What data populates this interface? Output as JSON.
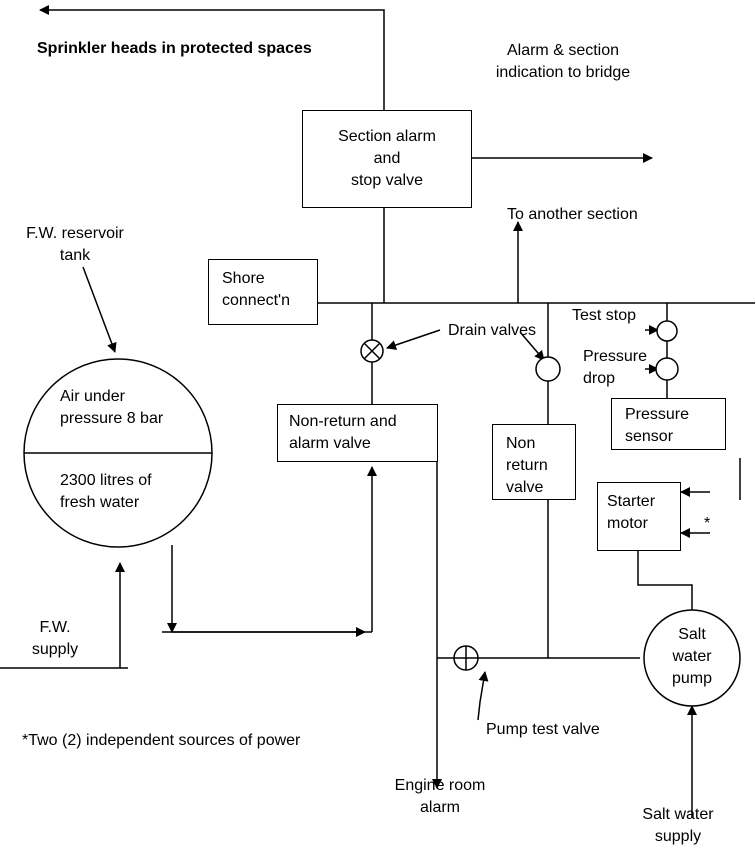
{
  "labels": {
    "sprinkler_heads": "Sprinkler heads in protected spaces",
    "alarm_indication": "Alarm & section\nindication to bridge",
    "section_alarm": "Section alarm\nand\nstop valve",
    "to_another_section": "To another section",
    "fw_reservoir": "F.W. reservoir\ntank",
    "shore_connection": "Shore\nconnect'n",
    "drain_valves": "Drain valves",
    "test_stop": "Test stop",
    "pressure_drop": "Pressure\ndrop",
    "pressure_sensor": "Pressure\nsensor",
    "non_return_alarm": "Non-return and\nalarm valve",
    "non_return_valve": "Non\nreturn\nvalve",
    "air_under_pressure": "Air under\npressure 8 bar",
    "fresh_water": "2300 litres of\nfresh water",
    "starter_motor": "Starter\nmotor",
    "asterisk": "*",
    "fw_supply": "F.W.\nsupply",
    "salt_water_pump": "Salt\nwater\npump",
    "footnote": "*Two (2) independent sources of power",
    "pump_test_valve": "Pump test valve",
    "engine_room_alarm": "Engine room\nalarm",
    "salt_water_supply": "Salt water\nsupply"
  }
}
